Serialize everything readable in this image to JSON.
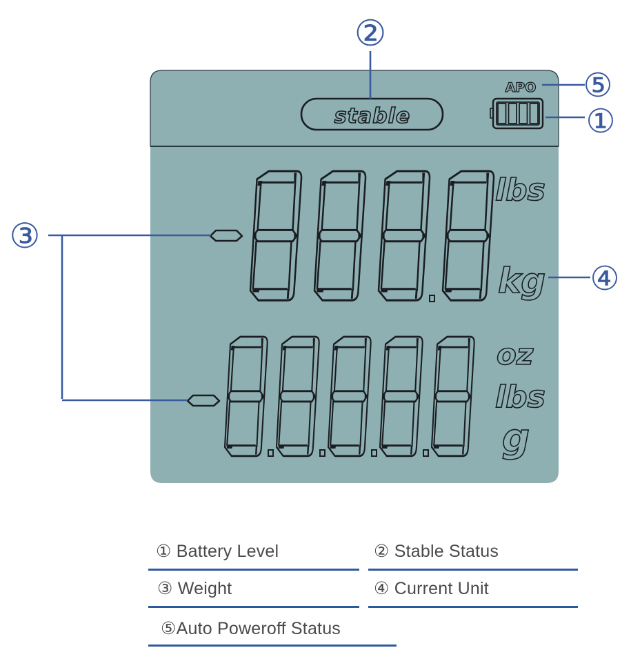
{
  "colors": {
    "lcd_background": "#8fb0b3",
    "segment_outline": "#1a1e22",
    "callout_line": "#3a5aa0",
    "legend_text": "#4a4a4a",
    "legend_underline": "#2d5a9c"
  },
  "lcd": {
    "stable_indicator": "stable",
    "apo_indicator": "APO",
    "battery_bars": 4,
    "upper_display": {
      "digits": 4,
      "decimal_after_digit": 3,
      "minus_sign": true,
      "units": [
        "lbs",
        "kg"
      ]
    },
    "lower_display": {
      "digits": 5,
      "decimal_points_after_digits": [
        1,
        2,
        3,
        4
      ],
      "minus_sign": true,
      "units": [
        "oz",
        "lbs",
        "g"
      ]
    }
  },
  "callouts": [
    {
      "number": "①",
      "target": "battery"
    },
    {
      "number": "②",
      "target": "stable"
    },
    {
      "number": "③",
      "target": "weight"
    },
    {
      "number": "④",
      "target": "unit"
    },
    {
      "number": "⑤",
      "target": "apo"
    }
  ],
  "legend": [
    {
      "label": "① Battery Level"
    },
    {
      "label": "② Stable Status"
    },
    {
      "label": "③ Weight"
    },
    {
      "label": "④ Current Unit"
    },
    {
      "label": "⑤Auto Poweroff Status"
    }
  ]
}
